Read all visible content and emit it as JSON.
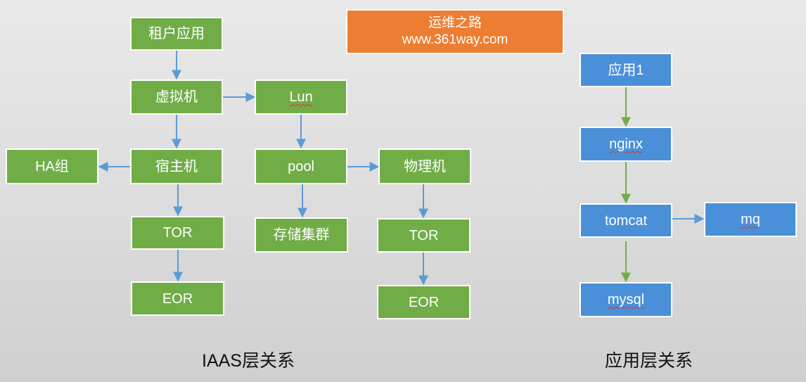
{
  "banner": {
    "line1": "运维之路",
    "line2": "www.361way.com"
  },
  "iaas": {
    "caption": "IAAS层关系",
    "nodes": {
      "tenant_app": "租户应用",
      "vm": "虚拟机",
      "lun": "Lun",
      "host": "宿主机",
      "ha_group": "HA组",
      "pool": "pool",
      "physical": "物理机",
      "tor_left": "TOR",
      "storage_cluster": "存储集群",
      "tor_right": "TOR",
      "eor_left": "EOR",
      "eor_right": "EOR"
    }
  },
  "app_layer": {
    "caption": "应用层关系",
    "nodes": {
      "app1": "应用1",
      "nginx": "nginx",
      "tomcat": "tomcat",
      "mq": "mq",
      "mysql": "mysql"
    }
  },
  "colors": {
    "iaas_node": "#70ad47",
    "app_node": "#4a90d9",
    "banner": "#ed7d31",
    "iaas_arrow": "#5b9bd5",
    "app_arrow": "#70ad47"
  }
}
